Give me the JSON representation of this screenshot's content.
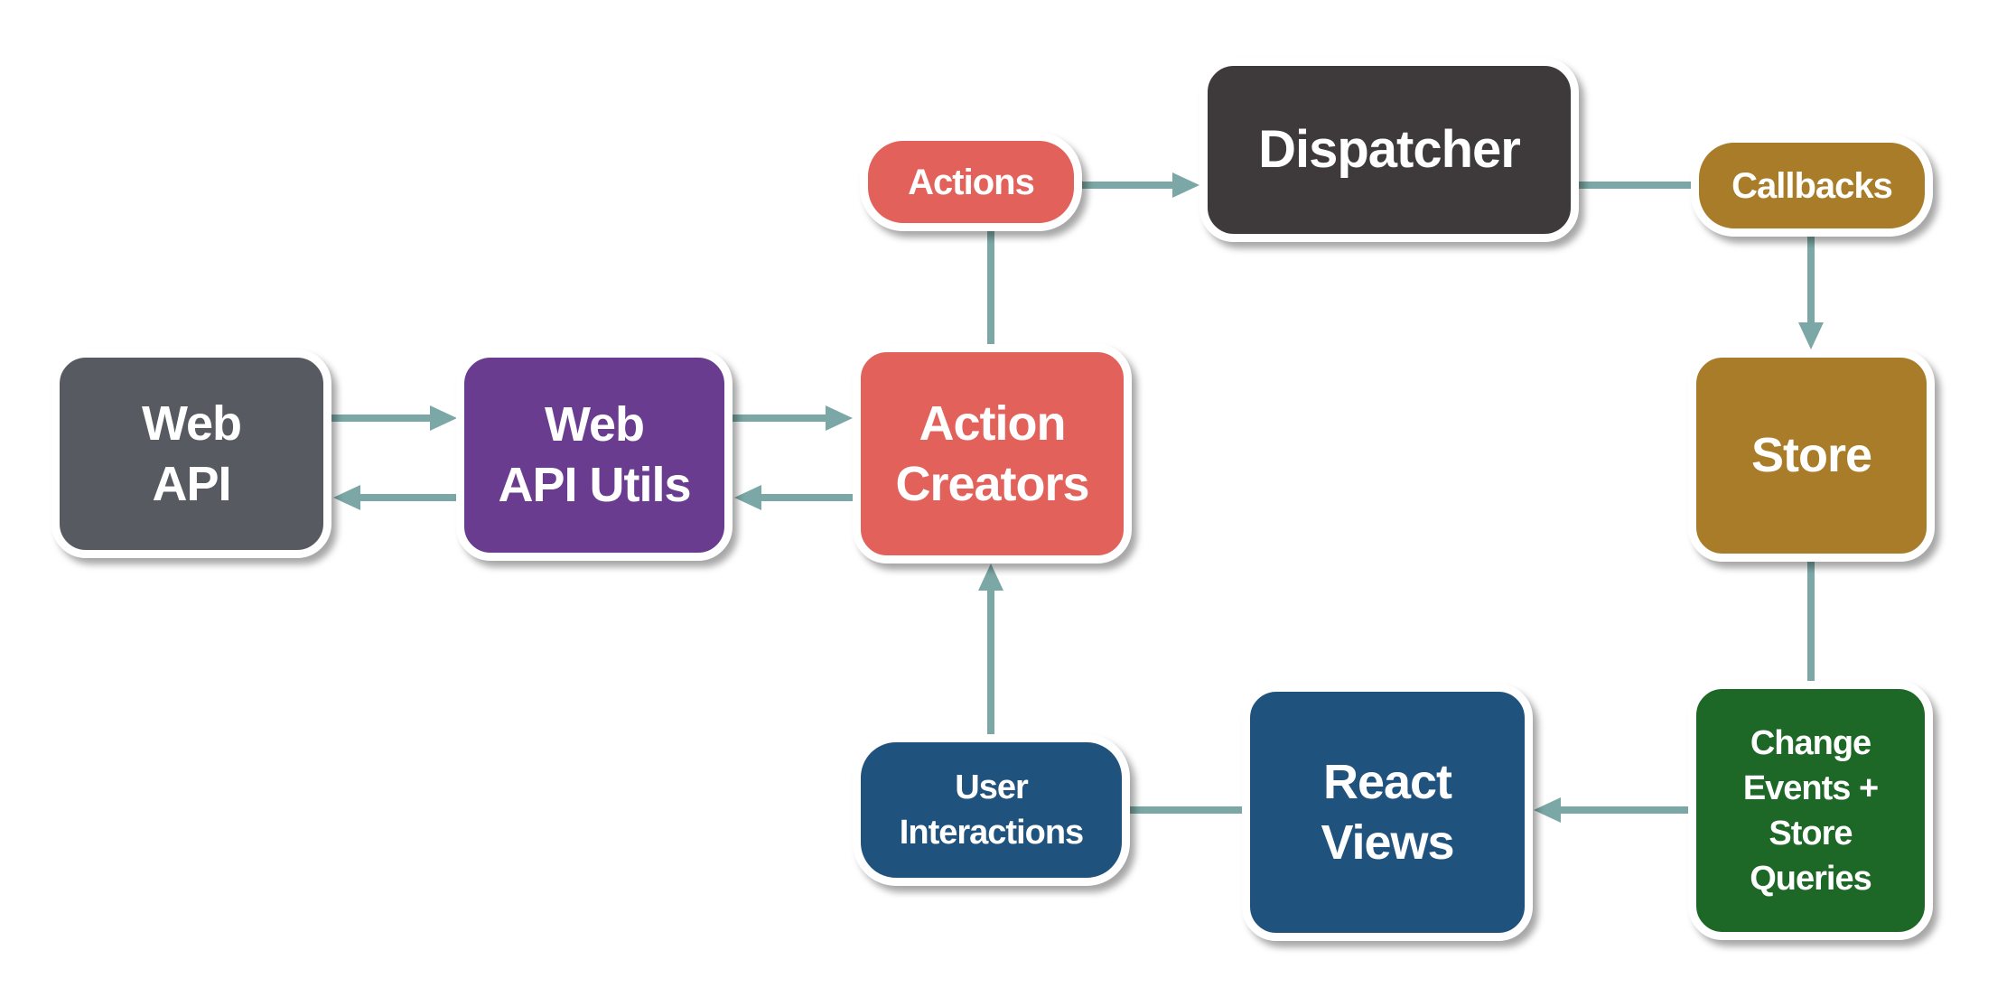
{
  "diagram": {
    "arrow_color": "#7ba8a6",
    "nodes": {
      "web_api": {
        "label": "Web API",
        "lines": [
          "Web",
          "API"
        ],
        "color": "#575a60"
      },
      "web_api_utils": {
        "label": "Web API Utils",
        "lines": [
          "Web",
          "API Utils"
        ],
        "color": "#6a3c90"
      },
      "action_creators": {
        "label": "Action Creators",
        "lines": [
          "Action",
          "Creators"
        ],
        "color": "#e2615b"
      },
      "actions": {
        "label": "Actions",
        "color": "#e2615b"
      },
      "dispatcher": {
        "label": "Dispatcher",
        "color": "#3e3a3b"
      },
      "callbacks": {
        "label": "Callbacks",
        "color": "#a87c28"
      },
      "store": {
        "label": "Store",
        "color": "#a87c28"
      },
      "change_events": {
        "label": "Change Events + Store Queries",
        "lines": [
          "Change",
          "Events +",
          "Store",
          "Queries"
        ],
        "color": "#1d6827"
      },
      "react_views": {
        "label": "React Views",
        "lines": [
          "React",
          "Views"
        ],
        "color": "#20527e"
      },
      "user_interactions": {
        "label": "User Interactions",
        "lines": [
          "User",
          "Interactions"
        ],
        "color": "#20527e"
      }
    },
    "connectors": [
      {
        "from": "Web API",
        "to": "Web API Utils",
        "arrowhead": true
      },
      {
        "from": "Web API Utils",
        "to": "Web API",
        "arrowhead": true
      },
      {
        "from": "Web API Utils",
        "to": "Action Creators",
        "arrowhead": true
      },
      {
        "from": "Action Creators",
        "to": "Web API Utils",
        "arrowhead": true
      },
      {
        "from": "Action Creators",
        "to": "Actions",
        "arrowhead": false
      },
      {
        "from": "Actions",
        "to": "Dispatcher",
        "arrowhead": true
      },
      {
        "from": "Dispatcher",
        "to": "Callbacks",
        "arrowhead": false
      },
      {
        "from": "Callbacks",
        "to": "Store",
        "arrowhead": true
      },
      {
        "from": "Store",
        "to": "Change Events + Store Queries",
        "arrowhead": false
      },
      {
        "from": "Change Events + Store Queries",
        "to": "React Views",
        "arrowhead": true
      },
      {
        "from": "React Views",
        "to": "User Interactions",
        "arrowhead": false
      },
      {
        "from": "User Interactions",
        "to": "Action Creators",
        "arrowhead": true
      }
    ]
  }
}
